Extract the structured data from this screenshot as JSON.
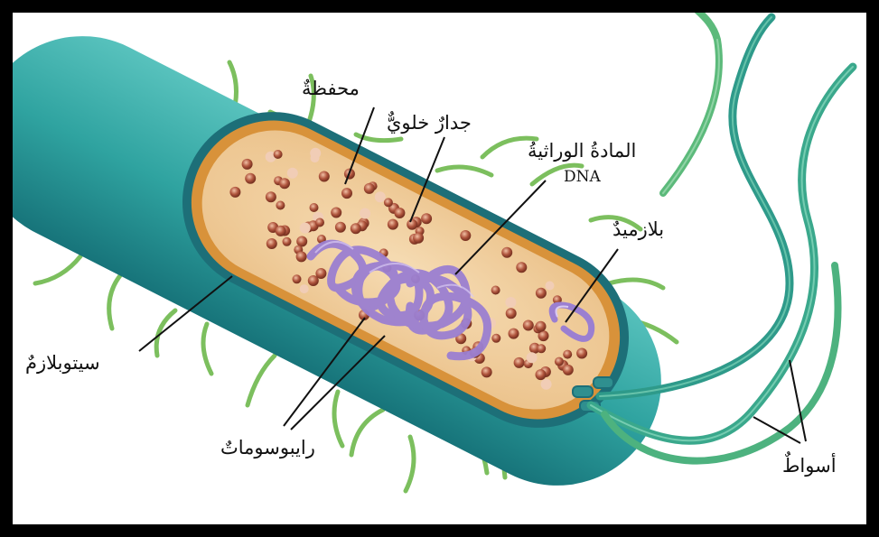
{
  "diagram": {
    "labels": {
      "capsule": "محفظةٌ",
      "cell_wall": "جدارٌ خلويٌّ",
      "genetic_material": "المادةُ الوراثيةُ",
      "dna": "DNA",
      "plasmid": "بلازميدٌ",
      "cytoplasm": "سيتوبلازمٌ",
      "ribosomes": "رايبوسوماتٌ",
      "flagella": "أسواطٌ"
    },
    "colors": {
      "frame": "#000000",
      "background": "#ffffff",
      "capsule": "#2fa3a0",
      "cell_wall": "#1d6f78",
      "membrane": "#e2a24a",
      "cytoplasm": "#f2d2a6",
      "dna": "#9b7fd1",
      "ribosome": "#b0553d",
      "flagellum": "#5fb36a",
      "pilus": "#8cc46a"
    }
  }
}
